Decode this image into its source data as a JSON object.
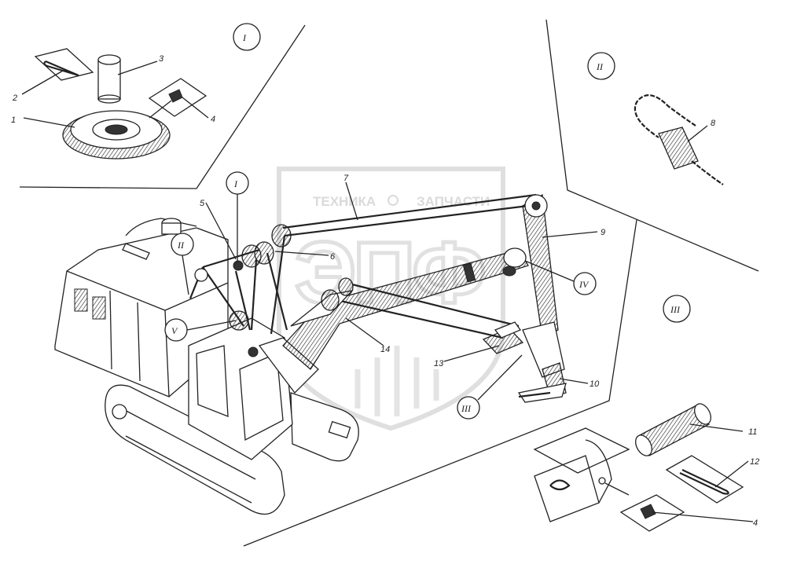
{
  "watermark": {
    "left_word": "ТЕХНИКА",
    "right_word": "ЗАПЧАСТИ",
    "logo_letters": "ЭПФ"
  },
  "views": [
    {
      "id": "I",
      "text": "I"
    },
    {
      "id": "II",
      "text": "II"
    },
    {
      "id": "III",
      "text": "III"
    },
    {
      "id": "IV",
      "text": "IV"
    },
    {
      "id": "V",
      "text": "V"
    }
  ],
  "callouts": [
    {
      "id": "1",
      "text": "1"
    },
    {
      "id": "2",
      "text": "2"
    },
    {
      "id": "3",
      "text": "3"
    },
    {
      "id": "4a",
      "text": "4"
    },
    {
      "id": "4b",
      "text": "4"
    },
    {
      "id": "5",
      "text": "5"
    },
    {
      "id": "6",
      "text": "6"
    },
    {
      "id": "7",
      "text": "7"
    },
    {
      "id": "8",
      "text": "8"
    },
    {
      "id": "9",
      "text": "9"
    },
    {
      "id": "10",
      "text": "10"
    },
    {
      "id": "11",
      "text": "11"
    },
    {
      "id": "12",
      "text": "12"
    },
    {
      "id": "13",
      "text": "13"
    },
    {
      "id": "14",
      "text": "14"
    }
  ]
}
